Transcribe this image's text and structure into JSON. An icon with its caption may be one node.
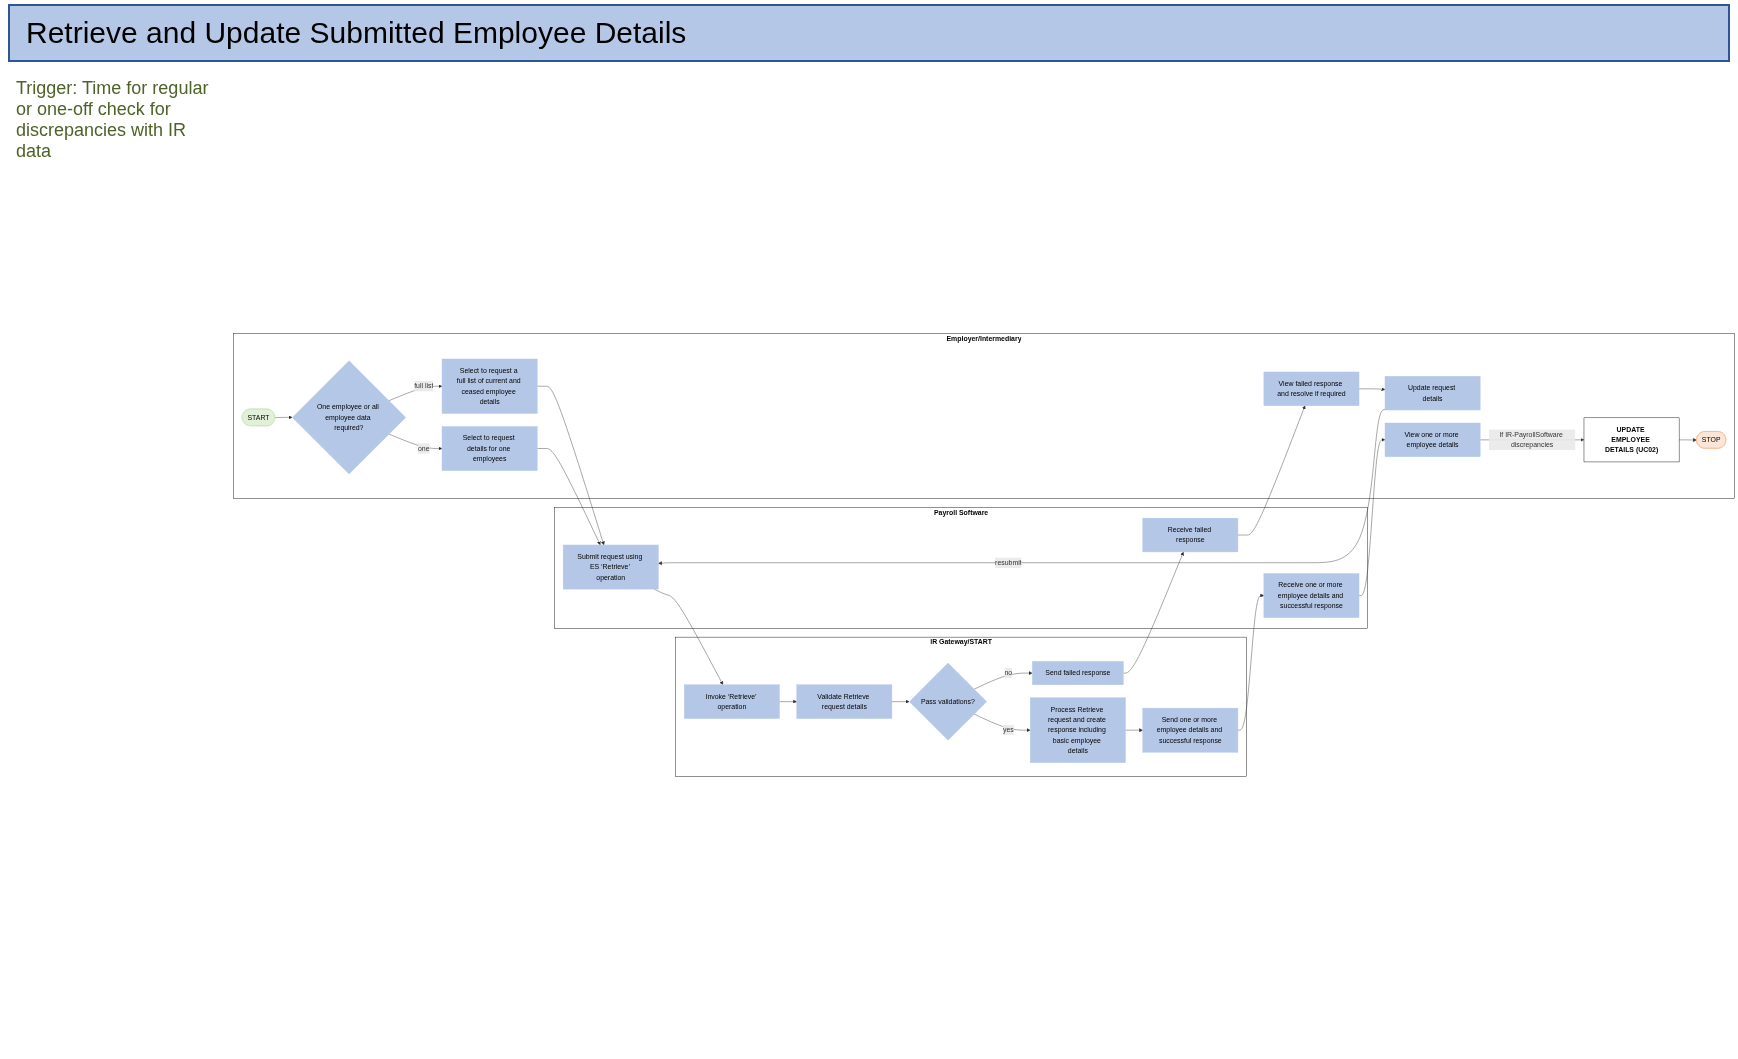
{
  "diagram": {
    "title": "Retrieve and Update Submitted Employee Details",
    "nodes": [
      {
        "text": [
          "Employer/Intermediary"
        ]
      },
      {
        "text": [
          "START"
        ],
        "in": 0
      },
      {
        "text": [
          "One employee or all employee data required?"
        ],
        "in": 0
      },
      {
        "text": [
          "Select to request a full list of current and ceased employee details"
        ],
        "in": 0
      },
      {
        "text": [
          "Select to request details for one employees"
        ],
        "in": 0
      },
      {
        "text": [
          "View failed response and resolve if required"
        ],
        "in": 0
      },
      {
        "text": [
          "Update request details"
        ],
        "in": 0
      },
      {
        "text": [
          "View one or more employee details"
        ],
        "in": 0
      },
      {
        "text": [
          "UPDATE EMPLOYEE DETAILS (UC02)"
        ],
        "in": 0
      },
      {
        "text": [
          "STOP"
        ],
        "in": 0
      },
      {
        "text": [
          "Payroll Software"
        ]
      },
      {
        "text": [
          "Submit request using ES ‘Retrieve’ operation"
        ],
        "in": 10
      },
      {
        "text": [
          "Receive failed response"
        ],
        "in": 10
      },
      {
        "text": [
          "Receive one or more employee details and successful response"
        ],
        "in": 10
      },
      {
        "text": [
          "IR Gateway/START"
        ]
      },
      {
        "text": [
          "Invoke ‘Retrieve’ operation"
        ],
        "in": 14
      },
      {
        "text": [
          "Validate Retrieve request details"
        ],
        "in": 14
      },
      {
        "text": [
          "Pass validations?"
        ],
        "in": 14
      },
      {
        "text": [
          "Send failed response"
        ],
        "in": 14
      },
      {
        "text": [
          "Process Retrieve request and create response including basic employee details"
        ],
        "in": 14
      },
      {
        "text": [
          "Send one or more employee details and successful response"
        ],
        "in": 14
      }
    ],
    "edges": [
      {
        "from": 1,
        "to": 2,
        "arrow": "to"
      },
      {
        "from": 2,
        "to": 3,
        "arrow": "to",
        "label": "full list"
      },
      {
        "from": 2,
        "to": 4,
        "arrow": "to",
        "label": "one"
      },
      {
        "from": 3,
        "to": 11,
        "arrow": "to"
      },
      {
        "from": 4,
        "to": 11,
        "arrow": "to"
      },
      {
        "from": 6,
        "to": 11,
        "arrow": "to",
        "label": "resubmit"
      },
      {
        "from": 11,
        "to": 15,
        "arrow": "to"
      },
      {
        "from": 15,
        "to": 16,
        "arrow": "to"
      },
      {
        "from": 16,
        "to": 17,
        "arrow": "to"
      },
      {
        "from": 17,
        "to": 18,
        "arrow": "to",
        "label": "no"
      },
      {
        "from": 17,
        "to": 19,
        "arrow": "to",
        "label": "yes"
      },
      {
        "from": 18,
        "to": 12,
        "arrow": "to"
      },
      {
        "from": 12,
        "to": 5,
        "arrow": "to"
      },
      {
        "from": 5,
        "to": 6,
        "arrow": "to"
      },
      {
        "from": 19,
        "to": 20,
        "arrow": "to"
      },
      {
        "from": 20,
        "to": 13,
        "arrow": "to"
      },
      {
        "from": 13,
        "to": 7,
        "arrow": "to"
      },
      {
        "from": 7,
        "to": 8,
        "arrow": "to",
        "label": "If IR-PayrollSoftware discrepancies"
      },
      {
        "from": 8,
        "to": 9,
        "arrow": "to"
      }
    ],
    "labels": [
      "Trigger: Time for regular or one-off check for discrepancies with IR data"
    ]
  }
}
